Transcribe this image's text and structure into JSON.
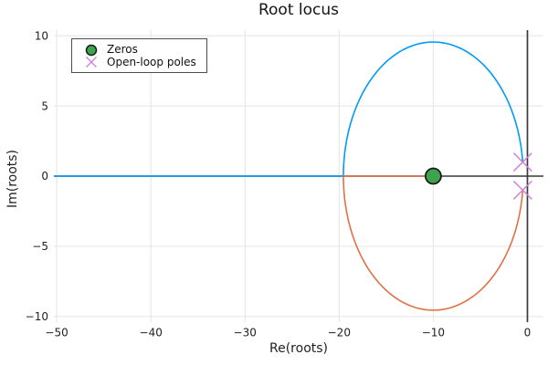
{
  "colors": {
    "branch1": "#009af9",
    "branch2": "#e26f46",
    "zero_fill": "#3da44d",
    "zero_edge": "#1a1a1a",
    "pole": "#cd7fd8",
    "axis_line": "#3a3a3a",
    "grid": "#e4e4e4",
    "text": "#1f1f1f"
  },
  "legend": {
    "items": [
      {
        "label": "Zeros",
        "marker": "circle",
        "color": "#3da44d",
        "edge": "#1a1a1a"
      },
      {
        "label": "Open-loop poles",
        "marker": "x",
        "color": "#cd7fd8"
      }
    ]
  },
  "chart_data": {
    "type": "line",
    "title": "Root locus",
    "xlabel": "Re(roots)",
    "ylabel": "Im(roots)",
    "xlim": [
      -50.3,
      1.7
    ],
    "ylim": [
      -10.4,
      10.4
    ],
    "xticks": [
      -50,
      -40,
      -30,
      -20,
      -10,
      0
    ],
    "yticks": [
      -10,
      -5,
      0,
      5,
      10
    ],
    "grid": true,
    "legend_position": "top-left",
    "axes_cross": {
      "vline_x": 0,
      "hline_y": 0
    },
    "zeros": [
      [
        -10,
        0
      ]
    ],
    "poles": [
      [
        -0.5,
        1
      ],
      [
        -0.5,
        -1
      ]
    ],
    "circle": {
      "center": [
        -10,
        0
      ],
      "radius": 9.552
    },
    "break_in_point": -19.55,
    "series": [
      {
        "name": "branch-1",
        "color": "#009af9",
        "description": "upper semicircle from pole (-0.5,1) to break-in (-19.55,0), then along real axis to left edge (-50.3,0)"
      },
      {
        "name": "branch-2",
        "color": "#e26f46",
        "description": "lower semicircle from pole (-0.5,-1) to break-in (-19.55,0), then along real axis to zero (-10,0)"
      }
    ]
  }
}
